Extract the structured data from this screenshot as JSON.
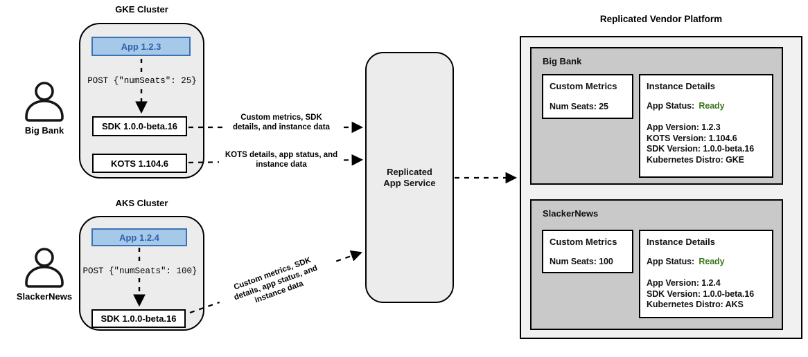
{
  "diagram": {
    "actors": [
      {
        "label": "Big Bank"
      },
      {
        "label": "SlackerNews"
      }
    ],
    "clusters": [
      {
        "title": "GKE Cluster",
        "app_label": "App 1.2.3",
        "post_request": "POST {\"numSeats\": 25}",
        "sdk_label": "SDK 1.0.0-beta.16",
        "kots_label": "KOTS 1.104.6"
      },
      {
        "title": "AKS Cluster",
        "app_label": "App 1.2.4",
        "post_request": "POST {\"numSeats\": 100}",
        "sdk_label": "SDK 1.0.0-beta.16"
      }
    ],
    "arrow_labels": [
      {
        "lines": [
          "Custom metrics, SDK",
          "details, and instance data"
        ]
      },
      {
        "lines": [
          "KOTS details, app status, and",
          "instance data"
        ]
      },
      {
        "lines": [
          "Custom metrics, SDK",
          "details, app status, and",
          "instance data"
        ]
      }
    ],
    "service": {
      "lines": [
        "Replicated",
        "App Service"
      ]
    },
    "platform": {
      "title": "Replicated Vendor Platform",
      "tenants": [
        {
          "name": "Big Bank",
          "custom_metrics": {
            "title": "Custom Metrics",
            "value": "Num Seats: 25"
          },
          "instance_details": {
            "title": "Instance Details",
            "status_label": "App Status:",
            "status_value": "Ready",
            "lines": [
              "App Version: 1.2.3",
              "KOTS Version: 1.104.6",
              "SDK Version: 1.0.0-beta.16",
              "Kubernetes Distro: GKE"
            ]
          }
        },
        {
          "name": "SlackerNews",
          "custom_metrics": {
            "title": "Custom Metrics",
            "value": "Num Seats: 100"
          },
          "instance_details": {
            "title": "Instance Details",
            "status_label": "App Status:",
            "status_value": "Ready",
            "lines": [
              "App Version: 1.2.4",
              "SDK Version: 1.0.0-beta.16",
              "Kubernetes Distro: AKS"
            ]
          }
        }
      ]
    },
    "colors": {
      "app_fill": "#a6c9ea",
      "app_border": "#3a72b4",
      "app_text": "#2f62ac",
      "status_ready": "#38761d",
      "cluster_fill": "#ececec",
      "tenant_fill": "#c9c9c9",
      "platform_fill": "#f1f1f1",
      "line_color": "#000000"
    }
  }
}
